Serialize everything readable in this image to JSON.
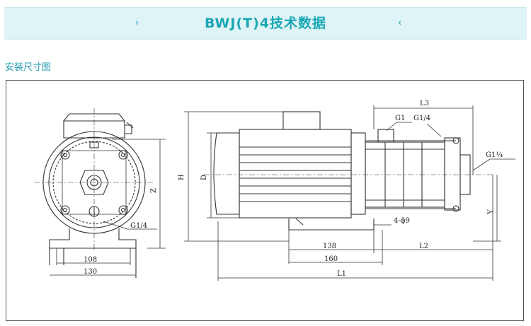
{
  "header": {
    "title": "BWJ(T)4技术数据",
    "left_arrow": "›",
    "right_arrow": "‹"
  },
  "section": {
    "label": "安装尺寸图"
  },
  "drawing": {
    "front_view": {
      "labels": {
        "z": "Z",
        "g14": "G1/4",
        "dim108": "108",
        "dim130": "130"
      }
    },
    "side_view": {
      "labels": {
        "h": "H",
        "d": "D",
        "l3": "L3",
        "g1": "G1",
        "g14": "G1/4",
        "g1_4_right": "G1¼",
        "holes": "4-ϕ9",
        "dim138": "138",
        "l2": "L2",
        "dim160": "160",
        "l1": "L1",
        "y": "Y"
      }
    },
    "colors": {
      "accent": "#1aa7b5",
      "line": "#333333"
    }
  }
}
